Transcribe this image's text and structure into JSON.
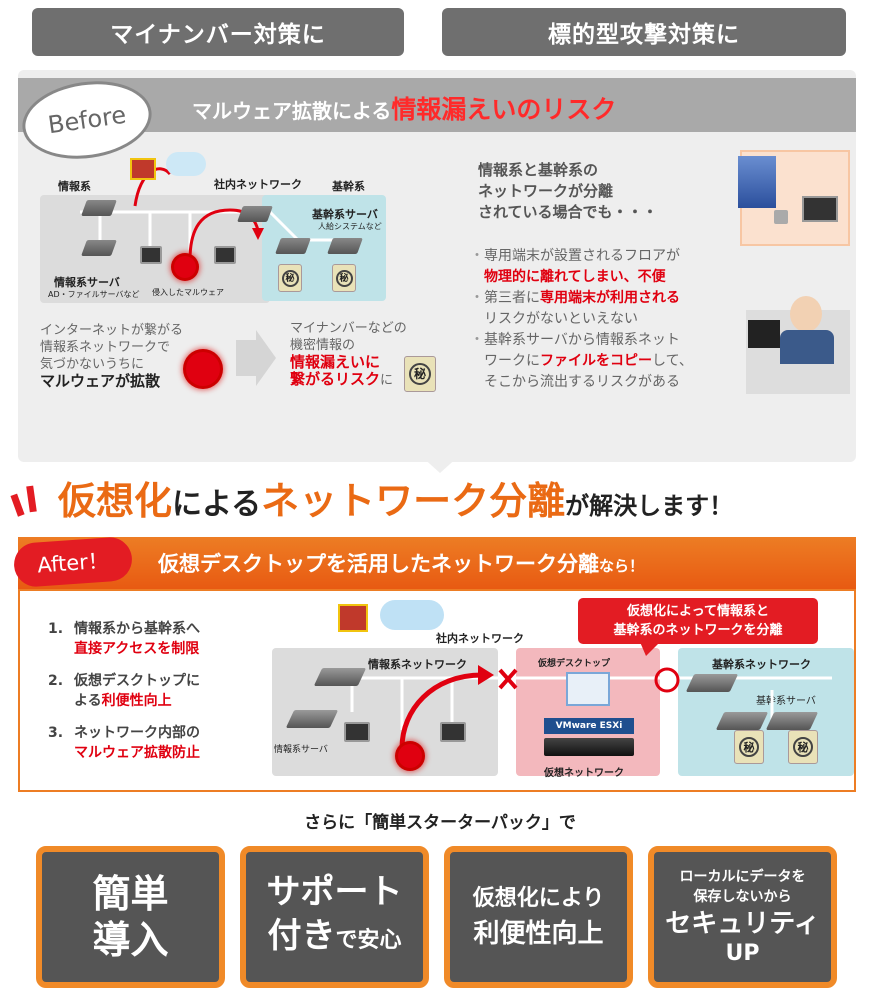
{
  "top_tabs": {
    "mynumber": "マイナンバー対策に",
    "targeted": "標的型攻撃対策に"
  },
  "before": {
    "badge": "Before",
    "title_prefix": "マルウェア拡散による",
    "title_highlight": "情報漏えいのリスク",
    "diagram": {
      "info_sys": "情報系",
      "internal_net": "社内ネットワーク",
      "core_sys": "基幹系",
      "core_server": "基幹系サーバ",
      "core_server_sub": "人給システムなど",
      "info_server": "情報系サーバ",
      "info_server_sub": "AD・ファイルサーバなど",
      "infected": "侵入したマルウェア",
      "secret_mark": "秘"
    },
    "flow": {
      "left_line1": "インターネットが繋がる",
      "left_line2": "情報系ネットワークで",
      "left_line3": "気づかないうちに",
      "left_line4": "マルウェアが拡散",
      "mid_line1": "マイナンバーなどの",
      "mid_line2": "機密情報の",
      "mid_line3": "情報漏えいに",
      "mid_line4": "繋がるリスク",
      "mid_suffix": "に"
    },
    "right": {
      "head1": "情報系と基幹系の",
      "head2": "ネットワークが分離",
      "head3": "されている場合でも・・・",
      "b1_line1": "専用端末が設置されるフロアが",
      "b1_line2": "物理的に離れてしまい、不便",
      "b2_prefix": "第三者に",
      "b2_highlight": "専用端末が利用される",
      "b2_line2": "リスクがないといえない",
      "b3_line1": "基幹系サーバから情報系ネット",
      "b3_prefix": "ワークに",
      "b3_highlight": "ファイルをコピー",
      "b3_suffix": "して、",
      "b3_line3": "そこから流出するリスクがある",
      "bullet": "・"
    }
  },
  "headline": {
    "part1": "仮想化",
    "part2": "による",
    "part3": "ネットワーク分離",
    "part4": "が解決します！"
  },
  "after": {
    "badge": "After！",
    "title": "仮想デスクトップを活用したネットワーク分離",
    "title_suffix": "なら！",
    "steps": [
      {
        "num": "1.",
        "line1": "情報系から基幹系へ",
        "line2_red": "直接アクセスを制限",
        "line2_rest": ""
      },
      {
        "num": "2.",
        "line1": "仮想デスクトップに",
        "line2_prefix": "よる",
        "line2_red": "利便性向上"
      },
      {
        "num": "3.",
        "line1": "ネットワーク内部の",
        "line2_red": "マルウェア拡散防止",
        "line2_rest": ""
      }
    ],
    "callout_line1": "仮想化によって情報系と",
    "callout_line2": "基幹系のネットワークを分離",
    "diagram": {
      "internal_net": "社内ネットワーク",
      "info_net": "情報系ネットワーク",
      "virtual_desktop": "仮想デスクトップ",
      "core_net": "基幹系ネットワーク",
      "core_server": "基幹系サーバ",
      "info_server": "情報系サーバ",
      "vmware": "VMware ESXi",
      "virtual_net": "仮想ネットワーク",
      "secret_mark": "秘"
    }
  },
  "subline": "さらに「簡単スターターパック」で",
  "tiles": {
    "t1_line1": "簡単",
    "t1_line2": "導入",
    "t2_line1": "サポート",
    "t2_line2a": "付き",
    "t2_line2b": "で安心",
    "t3_line1": "仮想化により",
    "t3_line2": "利便性向上",
    "t4_line1": "ローカルにデータを",
    "t4_line2": "保存しないから",
    "t4_line3": "セキュリティ",
    "t4_line4": "UP"
  },
  "colors": {
    "orange": "#ed7d24",
    "red": "#e00010",
    "gray_bar": "#a9a9a9",
    "dark_tab": "#6f6f6f"
  }
}
